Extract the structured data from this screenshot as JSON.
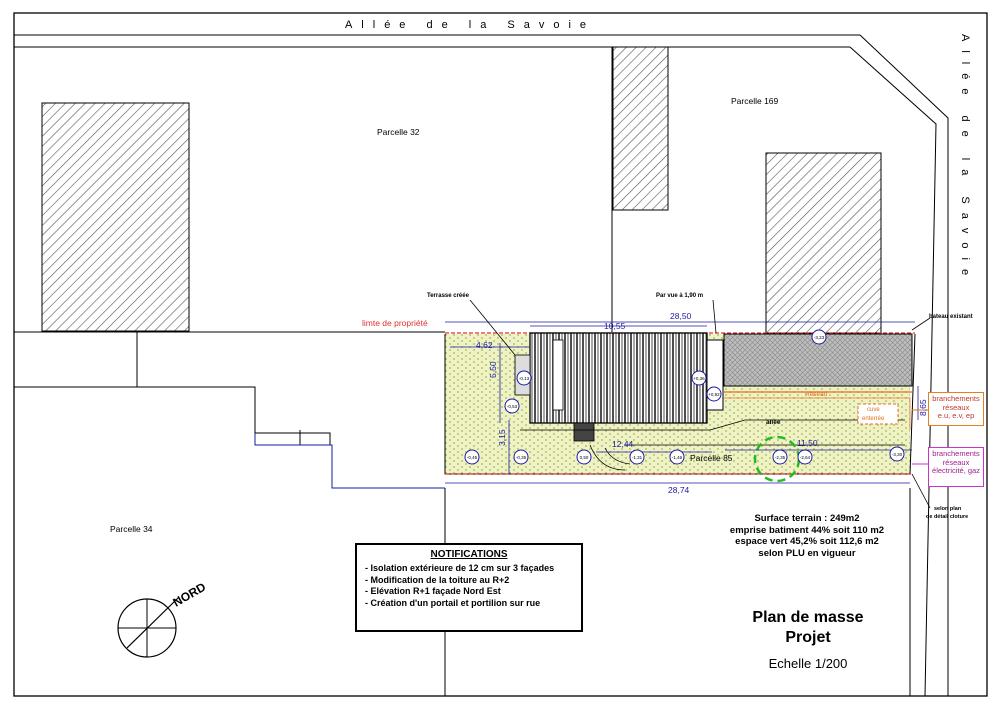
{
  "streets": {
    "top": "Allée de la Savoie",
    "right": "Allée de la Savoie"
  },
  "parcels": {
    "p32": "Parcelle 32",
    "p169": "Parcelle 169",
    "p34": "Parcelle 34",
    "p85": "Parcelle 85"
  },
  "annotations": {
    "terrasse": "Terrasse créée",
    "par_vue": "Par vue à 1,90 m",
    "limite": "limte de propriété",
    "bateau": "bateau existant",
    "reseau": "Réseau",
    "cuve_line1": "cuve",
    "cuve_line2": "enterrée",
    "allee": "allée",
    "selon_plan_1": "selon plan",
    "selon_plan_2": "de détail cloture"
  },
  "dimensions": {
    "d_28_50": "28,50",
    "d_10_55": "10,55",
    "d_4_62": "4,62",
    "d_5_50": "5,50",
    "d_3_15": "3,15",
    "d_12_44": "12,44",
    "d_11_50": "11,50",
    "d_8_65": "8,65",
    "d_28_74": "28,74"
  },
  "levels": {
    "l1": "-0,45",
    "l2": "-0,35",
    "l3": "0,50",
    "l4": "-1,31",
    "l5": "-1,46",
    "l6": "-2,35",
    "l7": "-2,64",
    "l8": "-3,30",
    "l9": "-0,53",
    "l10": "-0,13",
    "l11": "+0,36",
    "l12": "+0,92",
    "l13": "-3,23"
  },
  "side_boxes": {
    "orange_line1": "branchements",
    "orange_line2": "réseaux",
    "orange_line3": "e.u, e.v, ep",
    "magenta_line1": "branchements",
    "magenta_line2": "réseaux",
    "magenta_line3": "électricité, gaz"
  },
  "notifications": {
    "title": "NOTIFICATIONS",
    "items": [
      "- Isolation extérieure de 12 cm sur 3 façades",
      "- Modification de la toiture au R+2",
      "- Elévation R+1 façade Nord Est",
      "- Création d'un portail et portilion sur rue"
    ]
  },
  "stats": {
    "line1": "Surface terrain : 249m2",
    "line2": "emprise batiment 44% soit 110 m2",
    "line3": "espace vert 45,2% soit 112,6 m2",
    "line4": "selon PLU en vigueur"
  },
  "title_block": {
    "line1": "Plan de masse",
    "line2": "Projet",
    "scale": "Echelle 1/200"
  },
  "compass": {
    "label": "NORD"
  },
  "colors": {
    "property_limit": "#e03030",
    "dimension_lines": "#1a1aa0",
    "green_space": "#d8e6a0",
    "reseau": "#e07020",
    "tree": "#22bb22"
  }
}
